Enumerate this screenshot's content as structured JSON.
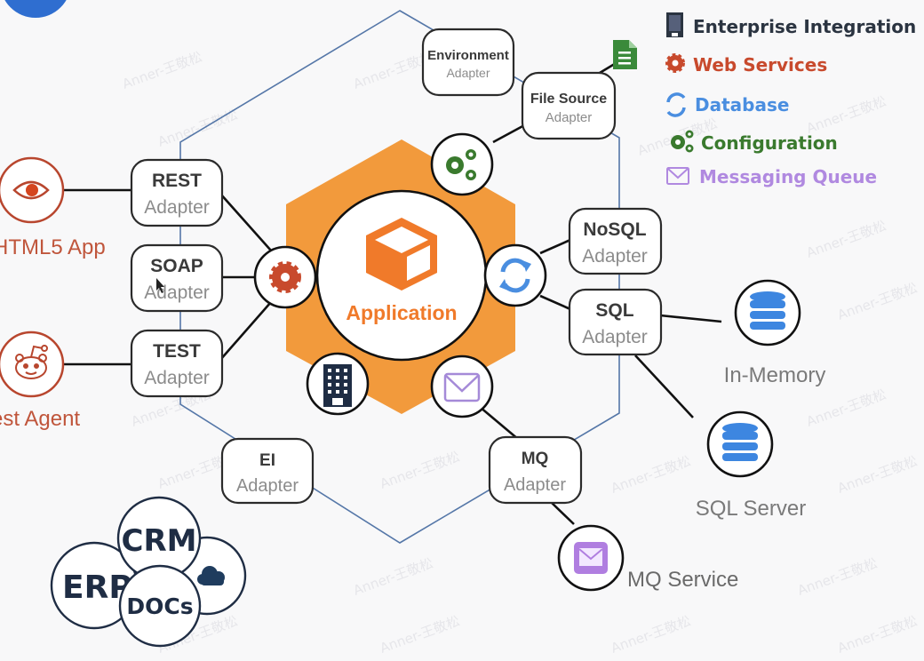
{
  "diagram": {
    "title": "Hexagonal Architecture (Ports and Adapters)",
    "watermark": "Anner-王敬松",
    "core": {
      "label": "Application",
      "icon": "cube-icon",
      "color": "#f07a2a",
      "hex_color": "#f29a3c"
    },
    "legend": [
      {
        "icon": "building-icon",
        "label": "Enterprise Integration",
        "color": "#2b3441"
      },
      {
        "icon": "gear-icon",
        "label": "Web Services",
        "color": "#c84a2d"
      },
      {
        "icon": "sync-icon",
        "label": "Database",
        "color": "#4a8ee0"
      },
      {
        "icon": "gears-icon",
        "label": "Configuration",
        "color": "#3a7a2e"
      },
      {
        "icon": "envelope-icon",
        "label": "Messaging Queue",
        "color": "#b089e0"
      }
    ],
    "adapters": [
      {
        "id": "environment",
        "name": "Environment",
        "sub": "Adapter"
      },
      {
        "id": "file-source",
        "name": "File Source",
        "sub": "Adapter"
      },
      {
        "id": "rest",
        "name": "REST",
        "sub": "Adapter"
      },
      {
        "id": "soap",
        "name": "SOAP",
        "sub": "Adapter"
      },
      {
        "id": "test",
        "name": "TEST",
        "sub": "Adapter"
      },
      {
        "id": "nosql",
        "name": "NoSQL",
        "sub": "Adapter"
      },
      {
        "id": "sql",
        "name": "SQL",
        "sub": "Adapter"
      },
      {
        "id": "ei",
        "name": "EI",
        "sub": "Adapter"
      },
      {
        "id": "mq",
        "name": "MQ",
        "sub": "Adapter"
      }
    ],
    "ports": [
      {
        "id": "configuration-port",
        "icon": "gears-icon",
        "color": "#3a7a2e"
      },
      {
        "id": "web-services-port",
        "icon": "gear-icon",
        "color": "#c84a2d"
      },
      {
        "id": "database-port",
        "icon": "sync-icon",
        "color": "#4a8ee0"
      },
      {
        "id": "enterprise-port",
        "icon": "building-icon",
        "color": "#1f2d44"
      },
      {
        "id": "messaging-port",
        "icon": "envelope-icon",
        "color": "#a58ad8"
      }
    ],
    "externals": {
      "html5_app": "HTML5 App",
      "test_agent": "Test Agent",
      "in_memory": "In-Memory",
      "sql_server": "SQL Server",
      "mq_service": "MQ Service",
      "file_doc": "file-document-icon"
    },
    "enterprise_systems": {
      "crm": "CRM",
      "erp": "ERP",
      "docs": "DOCs",
      "cloud": "cloud-icon"
    }
  }
}
